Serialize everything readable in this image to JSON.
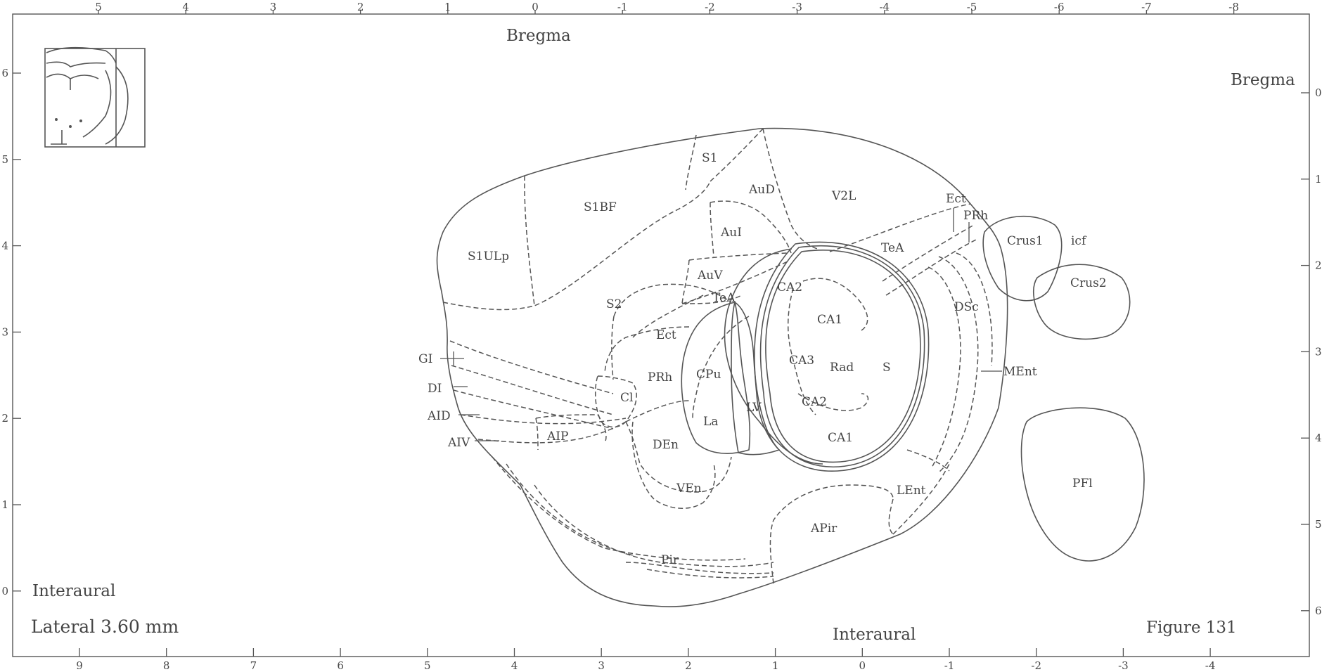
{
  "labels": {
    "bregma_top": "Bregma",
    "bregma_right": "Bregma",
    "interaural_left": "Interaural",
    "interaural_bottom": "Interaural",
    "lateral": "Lateral 3.60 mm",
    "figure": "Figure 131"
  },
  "ticks": {
    "top": [
      "5",
      "4",
      "3",
      "2",
      "1",
      "0",
      "-1",
      "-2",
      "-3",
      "-4",
      "-5",
      "-6",
      "-7",
      "-8"
    ],
    "bottom": [
      "9",
      "8",
      "7",
      "6",
      "5",
      "4",
      "3",
      "2",
      "1",
      "0",
      "-1",
      "-2",
      "-3",
      "-4"
    ],
    "left": [
      "6",
      "5",
      "4",
      "3",
      "2",
      "1",
      "0"
    ],
    "right": [
      "0",
      "1",
      "2",
      "3",
      "4",
      "5",
      "6"
    ]
  },
  "regions": {
    "S1ULp": "S1ULp",
    "S1BF": "S1BF",
    "S1": "S1",
    "AuD": "AuD",
    "V2L": "V2L",
    "Ect_top": "Ect",
    "PRh_top": "PRh",
    "Crus1": "Crus1",
    "icf": "icf",
    "Crus2": "Crus2",
    "AuI": "AuI",
    "TeA_top": "TeA",
    "AuV": "AuV",
    "TeA_mid": "TeA",
    "S2": "S2",
    "CA2_top": "CA2",
    "CA1_top": "CA1",
    "DSc": "DSc",
    "Ect_mid": "Ect",
    "GI": "GI",
    "DI": "DI",
    "AID": "AID",
    "AIV": "AIV",
    "AIP": "AIP",
    "PRh_mid": "PRh",
    "CPu": "CPu",
    "Cl": "Cl",
    "La": "La",
    "LV": "LV",
    "CA3": "CA3",
    "Rad": "Rad",
    "S": "S",
    "CA2_bot": "CA2",
    "CA1_bot": "CA1",
    "MEnt": "MEnt",
    "DEn": "DEn",
    "VEn": "VEn",
    "PFl": "PFl",
    "LEnt": "LEnt",
    "APir": "APir",
    "Pir": "Pir"
  }
}
